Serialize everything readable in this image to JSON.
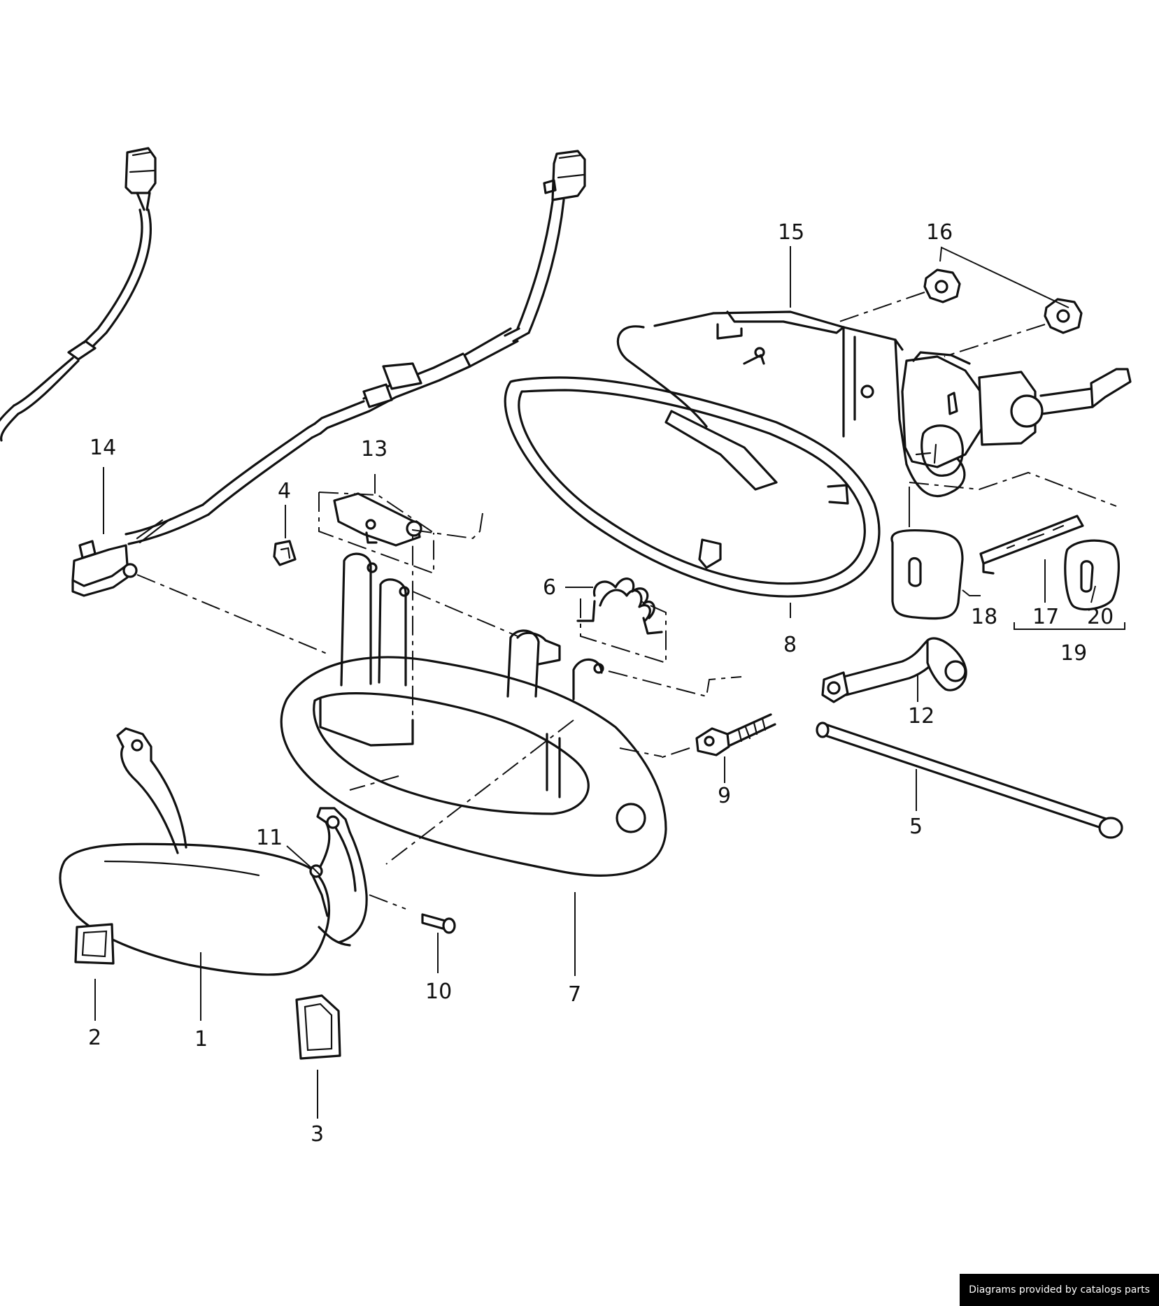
{
  "callouts": {
    "c1": "1",
    "c2": "2",
    "c3": "3",
    "c4": "4",
    "c5": "5",
    "c6": "6",
    "c7": "7",
    "c8": "8",
    "c9": "9",
    "c10": "10",
    "c11": "11",
    "c12": "12",
    "c13": "13",
    "c14": "14",
    "c15": "15",
    "c16": "16",
    "c17": "17",
    "c18": "18",
    "c19": "19",
    "c20": "20"
  },
  "credit": "Diagrams provided by catalogs parts"
}
